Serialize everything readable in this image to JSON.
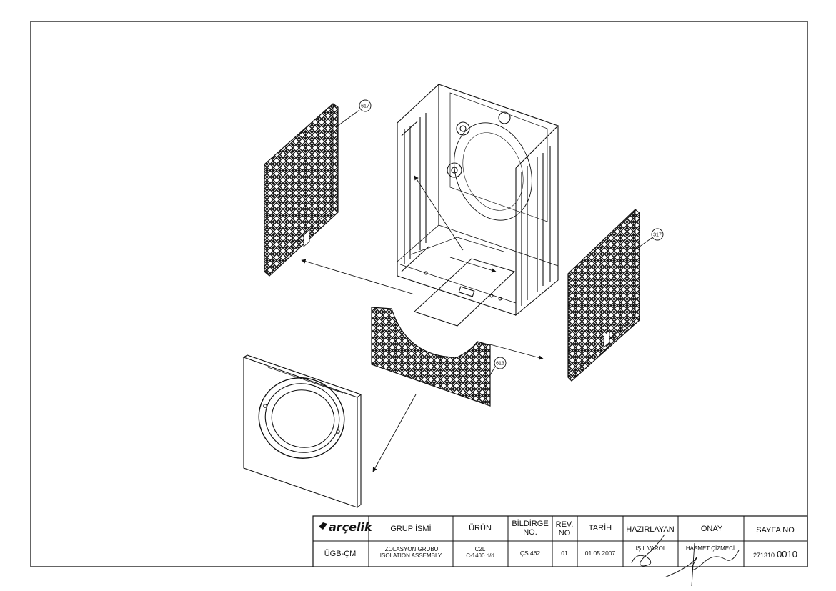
{
  "parts": {
    "left_panel": "617",
    "right_panel": "317",
    "bottom_panel": "613"
  },
  "title_block": {
    "logo": "arçelik",
    "headers": {
      "grup_ismi": "GRUP İSMİ",
      "urun": "ÜRÜN",
      "bildirge_no_line1": "BİLDİRGE",
      "bildirge_no_line2": "NO.",
      "rev_no_line1": "REV.",
      "rev_no_line2": "NO",
      "tarih": "TARİH",
      "hazirlayan": "HAZIRLAYAN",
      "onay": "ONAY",
      "sayfa_no": "SAYFA NO"
    },
    "values": {
      "department": "ÜGB-ÇM",
      "group_line1": "İZOLASYON GRUBU",
      "group_line2": "ISOLATION ASSEMBLY",
      "product_line1": "C2L",
      "product_line2": "C-1400 d/d",
      "bildirge_no": "ÇS.462",
      "rev_no": "01",
      "date": "01.05.2007",
      "prepared_by": "IŞIL VAROL",
      "approved_by": "HASMET ÇİZMECİ",
      "page_no_prefix": "271310",
      "page_no_suffix": "0010"
    }
  }
}
